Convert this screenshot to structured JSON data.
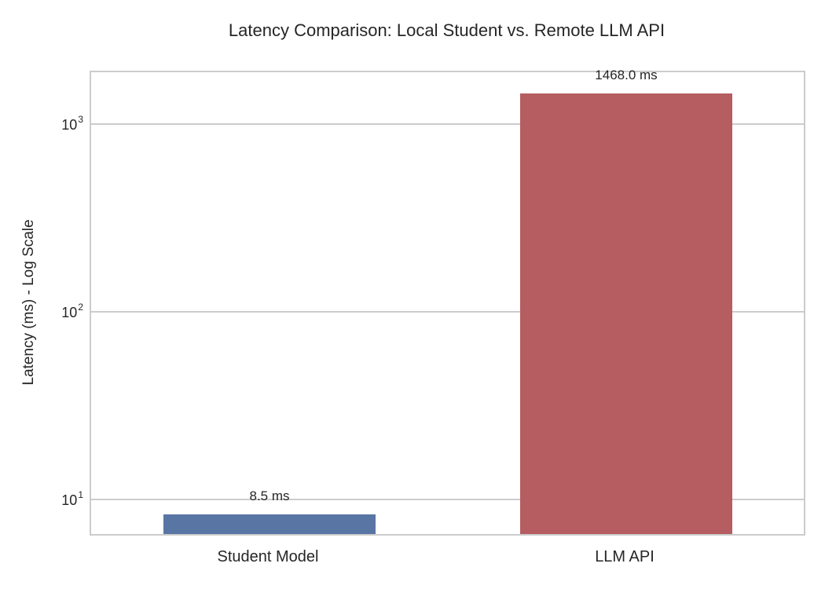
{
  "chart_data": {
    "type": "bar",
    "title": "Latency Comparison: Local Student vs. Remote LLM API",
    "xlabel": "",
    "ylabel": "Latency (ms) - Log Scale",
    "yscale": "log",
    "ylim": [
      6.5,
      2000
    ],
    "yticks": [
      {
        "base": "10",
        "exp": "1",
        "value": 10
      },
      {
        "base": "10",
        "exp": "2",
        "value": 100
      },
      {
        "base": "10",
        "exp": "3",
        "value": 1000
      }
    ],
    "categories": [
      "Student Model",
      "LLM API"
    ],
    "values": [
      8.5,
      1468.0
    ],
    "bar_labels": [
      "8.5 ms",
      "1468.0 ms"
    ],
    "colors": [
      "#5975a4",
      "#b55d60"
    ],
    "grid": true,
    "legend": null
  },
  "style": {
    "grid_color": "#cccccc",
    "text_color": "#262626"
  }
}
